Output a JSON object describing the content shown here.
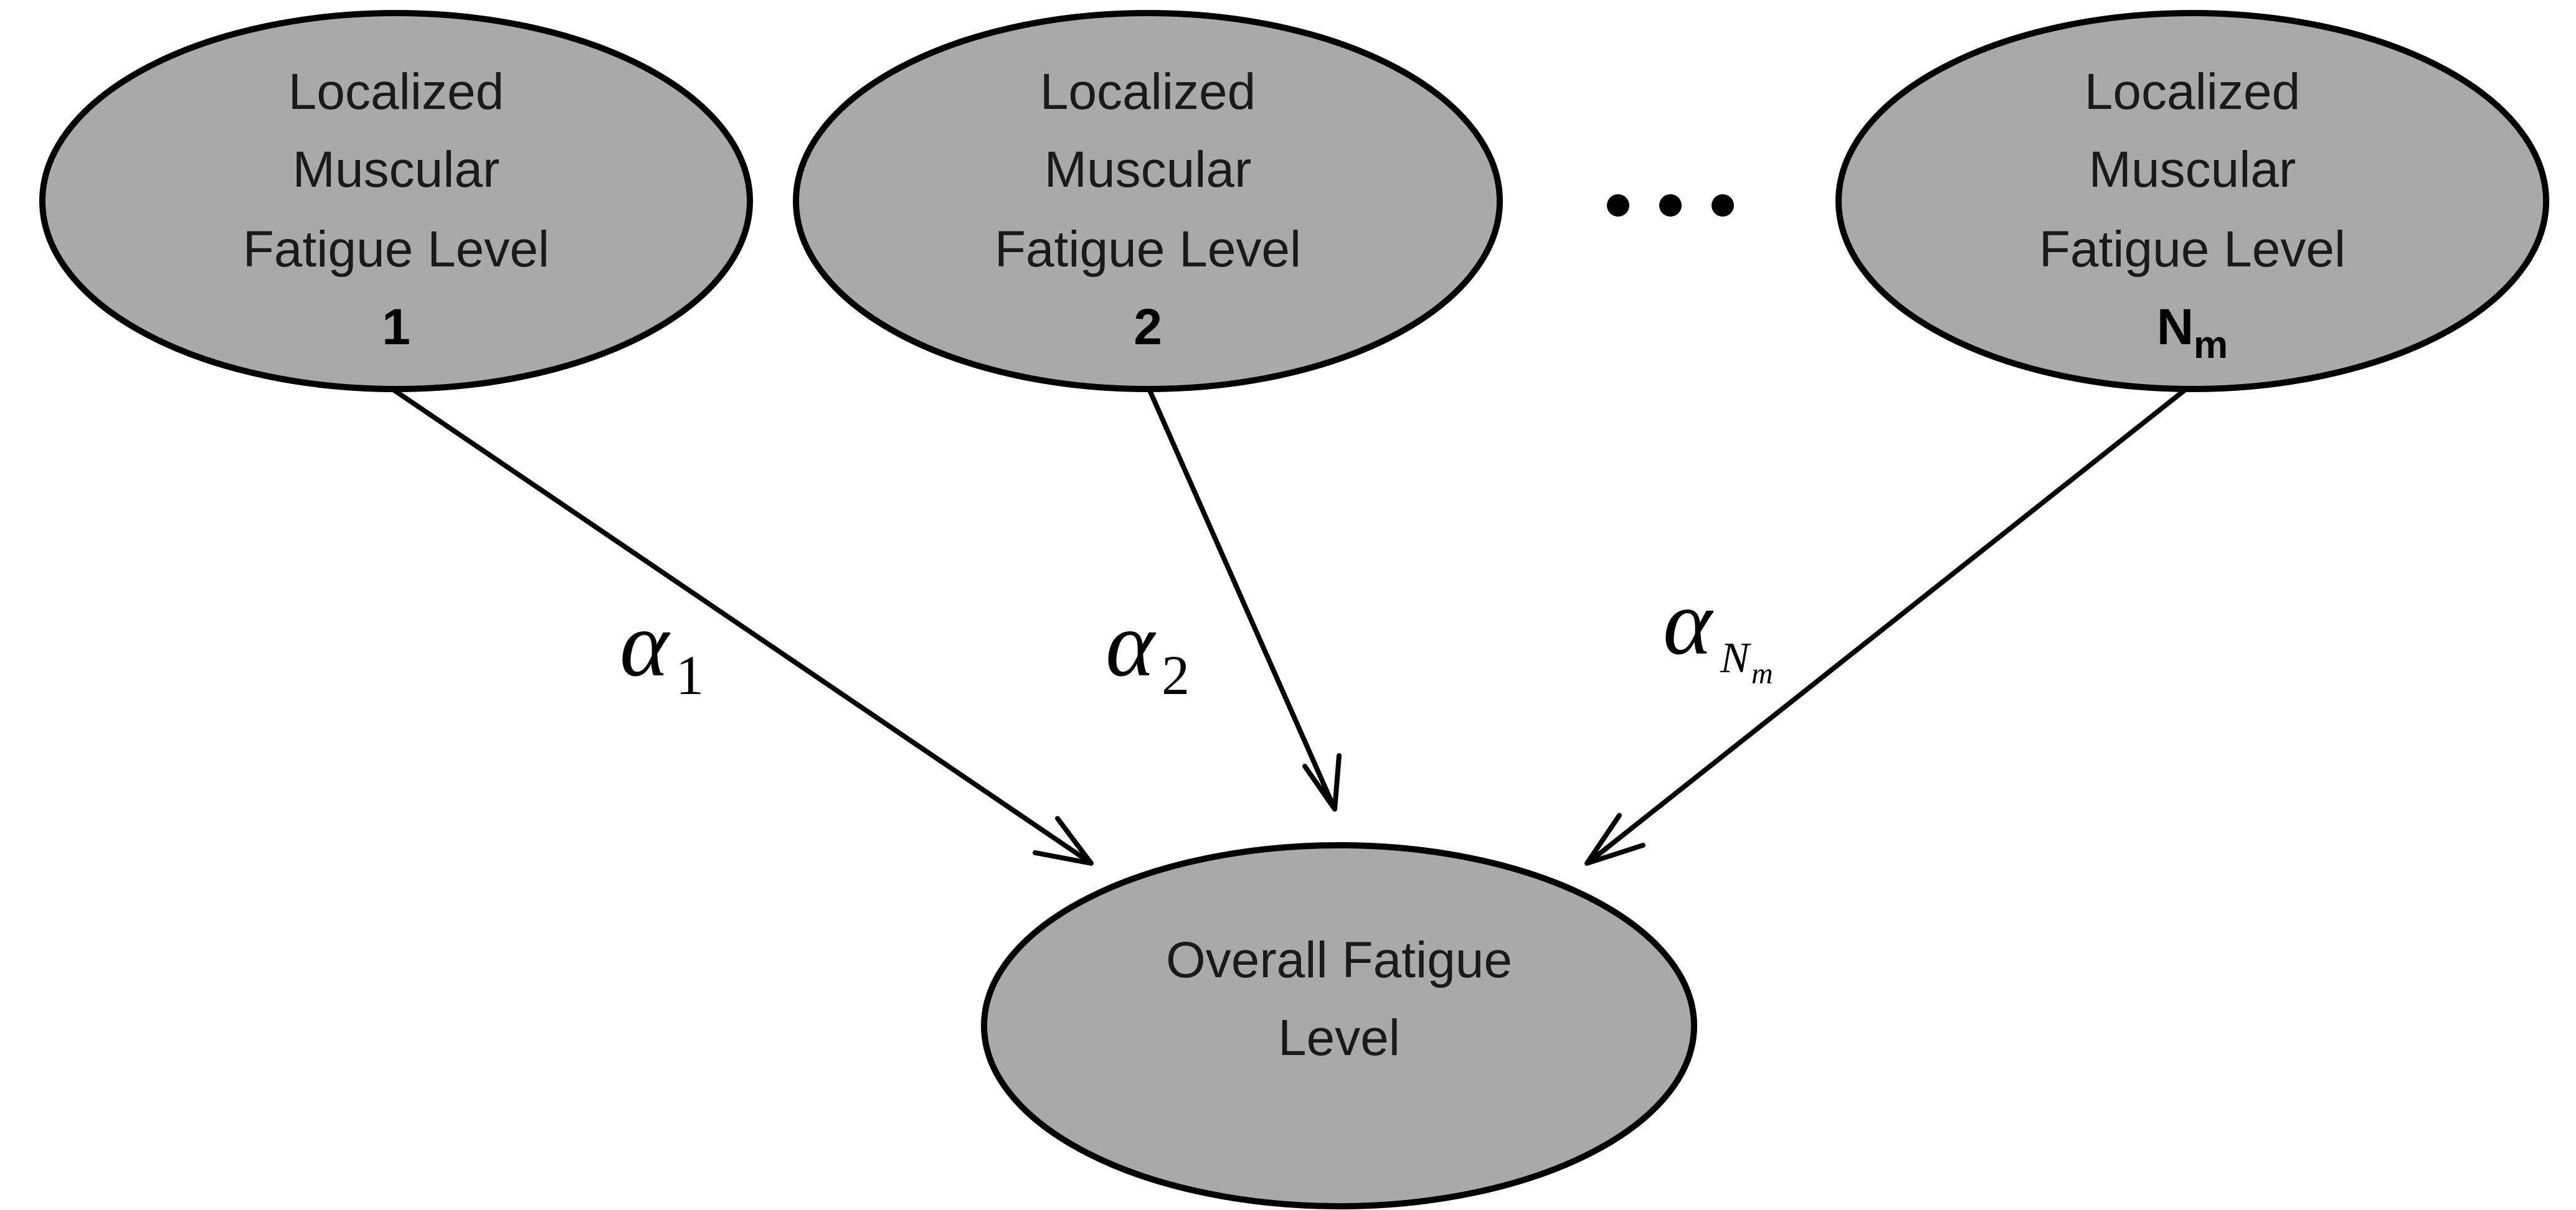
{
  "nodes": {
    "muscle_1": {
      "lines": [
        "Localized",
        "Muscular",
        "Fatigue Level"
      ],
      "index": "1"
    },
    "muscle_2": {
      "lines": [
        "Localized",
        "Muscular",
        "Fatigue Level"
      ],
      "index": "2"
    },
    "muscle_n": {
      "lines": [
        "Localized",
        "Muscular",
        "Fatigue Level"
      ],
      "index_main": "N",
      "index_sub": "m"
    },
    "overall": {
      "lines": [
        "Overall Fatigue",
        "Level"
      ]
    }
  },
  "edges": {
    "alpha_1": {
      "symbol": "α",
      "sub": "1"
    },
    "alpha_2": {
      "symbol": "α",
      "sub": "2"
    },
    "alpha_n": {
      "symbol": "α",
      "sub": "N",
      "sub_sub": "m"
    }
  },
  "ellipsis": "• • •",
  "colors": {
    "node_fill": "#a9a9a9",
    "stroke": "#000000",
    "text": "#1a1a1a"
  }
}
